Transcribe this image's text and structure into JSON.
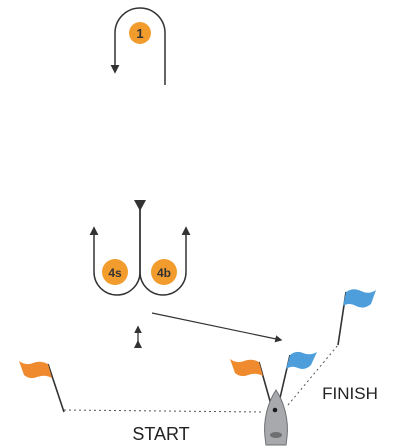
{
  "marks": {
    "mark_1": "1",
    "mark_4s": "4s",
    "mark_4b": "4b"
  },
  "labels": {
    "start": "START",
    "finish": "FINISH"
  },
  "colors": {
    "mark_fill": "#F39C2E",
    "orange_flag": "#F08A2E",
    "blue_flag": "#4E9EDB",
    "line": "#333333",
    "boat_hull": "#A7A9AC"
  }
}
